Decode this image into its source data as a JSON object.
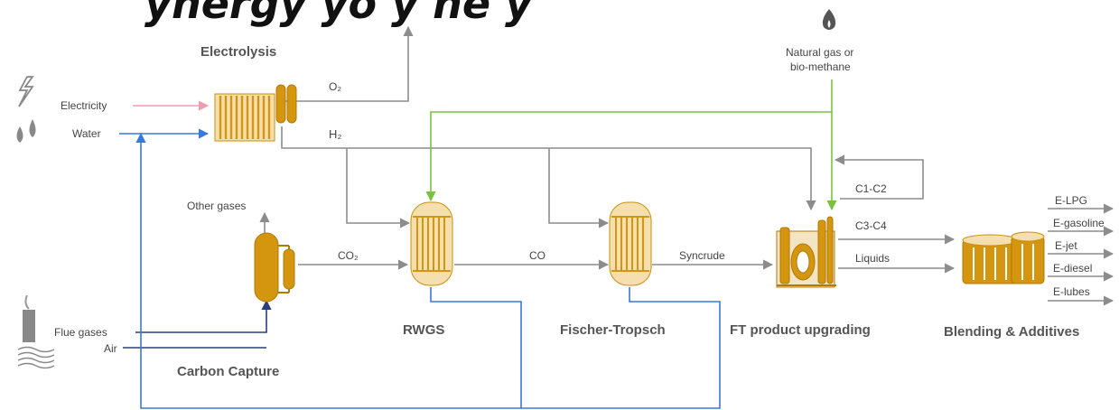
{
  "title_fragment": "ynergy yo y ne y",
  "sections": {
    "electrolysis": "Electrolysis",
    "carbon_capture": "Carbon Capture",
    "rwgs": "RWGS",
    "fischer_tropsch": "Fischer-Tropsch",
    "ft_upgrading": "FT product upgrading",
    "blending": "Blending & Additives"
  },
  "inputs": {
    "electricity": "Electricity",
    "water": "Water",
    "flue_gases": "Flue gases",
    "air": "Air",
    "natural_gas_line1": "Natural gas or",
    "natural_gas_line2": "bio-methane"
  },
  "streams": {
    "o2": "O₂",
    "h2": "H₂",
    "other_gases": "Other gases",
    "co2": "CO₂",
    "co": "CO",
    "syncrude": "Syncrude",
    "c1c2": "C1-C2",
    "c3c4": "C3-C4",
    "liquids": "Liquids"
  },
  "products": [
    "E-LPG",
    "E-gasoline",
    "E-jet",
    "E-diesel",
    "E-lubes"
  ],
  "icons": [
    "lightning-icon",
    "water-drops-icon",
    "flame-icon",
    "chimney-icon"
  ],
  "colors": {
    "equipment": "#d4950f",
    "process_line": "#8c8c8c",
    "water_line": "#3b78d8",
    "flue_line": "#2a3f7a",
    "gas_line": "#7ac143",
    "electricity_line": "#f29bb0"
  }
}
